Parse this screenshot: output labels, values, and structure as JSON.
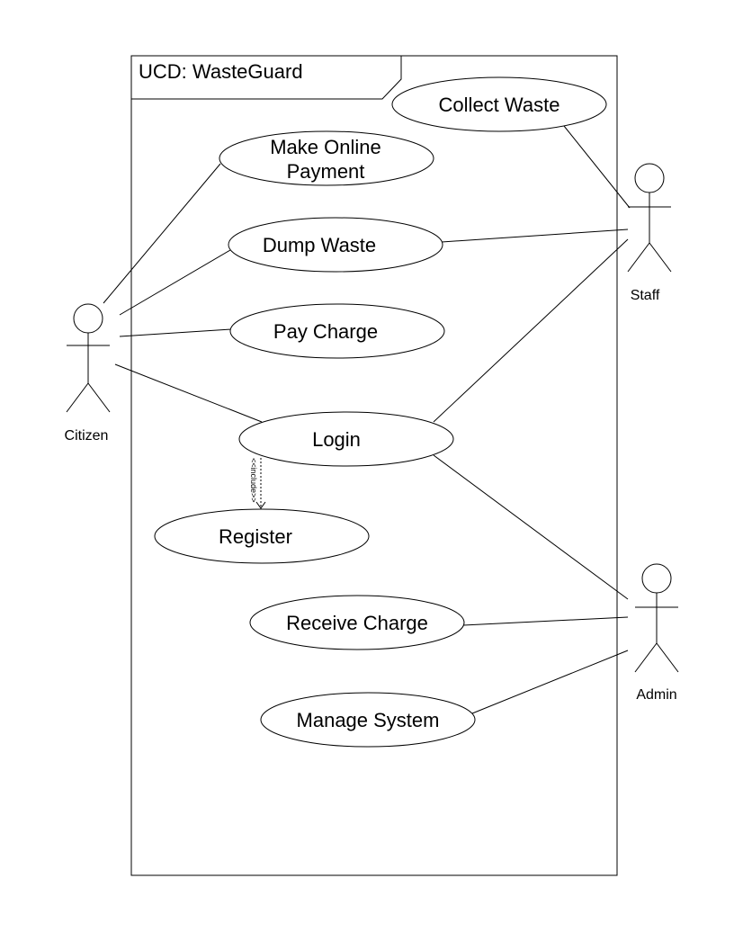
{
  "diagram": {
    "title": "UCD: WasteGuard",
    "colors": {
      "line": "#000000",
      "background": "#ffffff"
    },
    "use_cases": [
      {
        "id": "collect",
        "lines": [
          "Collect Waste"
        ]
      },
      {
        "id": "online",
        "lines": [
          "Make Online",
          "Payment"
        ]
      },
      {
        "id": "dump",
        "lines": [
          "Dump Waste"
        ]
      },
      {
        "id": "pay",
        "lines": [
          "Pay Charge"
        ]
      },
      {
        "id": "login",
        "lines": [
          "Login"
        ]
      },
      {
        "id": "register",
        "lines": [
          "Register"
        ]
      },
      {
        "id": "receive",
        "lines": [
          "Receive Charge"
        ]
      },
      {
        "id": "manage",
        "lines": [
          "Manage System"
        ]
      }
    ],
    "actors": [
      {
        "id": "citizen",
        "label": "Citizen"
      },
      {
        "id": "staff",
        "label": "Staff"
      },
      {
        "id": "admin",
        "label": "Admin"
      }
    ],
    "associations": [
      {
        "actor": "citizen",
        "use_case": "online"
      },
      {
        "actor": "citizen",
        "use_case": "dump"
      },
      {
        "actor": "citizen",
        "use_case": "pay"
      },
      {
        "actor": "citizen",
        "use_case": "login"
      },
      {
        "actor": "staff",
        "use_case": "collect"
      },
      {
        "actor": "staff",
        "use_case": "dump"
      },
      {
        "actor": "staff",
        "use_case": "login"
      },
      {
        "actor": "admin",
        "use_case": "login"
      },
      {
        "actor": "admin",
        "use_case": "receive"
      },
      {
        "actor": "admin",
        "use_case": "manage"
      }
    ],
    "include": {
      "from": "login",
      "to": "register",
      "label": "<<include>>"
    }
  }
}
